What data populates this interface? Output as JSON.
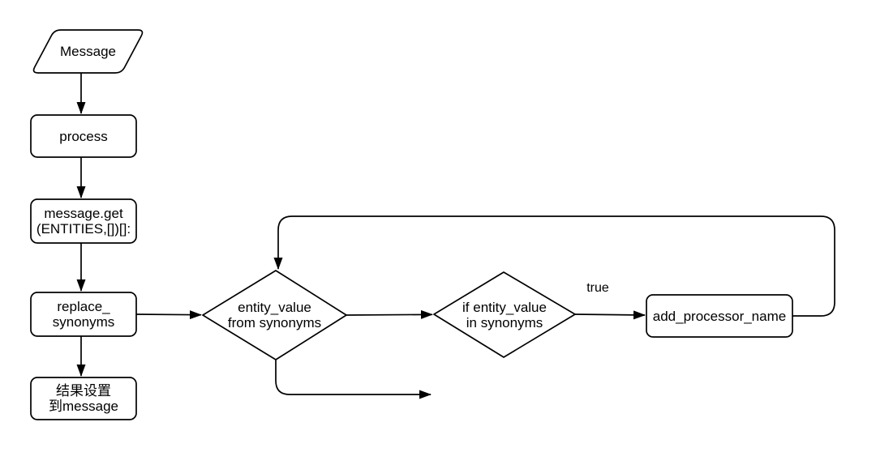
{
  "diagram": {
    "background_color": "#ffffff",
    "stroke_color": "#000000",
    "node_fill_color": "#ffffff",
    "text_color": "#000000",
    "nodes": {
      "message": {
        "shape": "parallelogram",
        "lines": [
          "Message"
        ]
      },
      "process": {
        "shape": "rounded-rect",
        "lines": [
          "process"
        ]
      },
      "message_get": {
        "shape": "rounded-rect",
        "lines": [
          "message.get",
          "(ENTITIES,[])[]:"
        ]
      },
      "replace_synonyms": {
        "shape": "rounded-rect",
        "lines": [
          "replace_",
          "synonyms"
        ]
      },
      "result_to_message": {
        "shape": "rounded-rect",
        "lines": [
          "结果设置",
          "到message"
        ]
      },
      "entity_value_from_synonyms": {
        "shape": "diamond",
        "lines": [
          "entity_value",
          "from synonyms"
        ]
      },
      "if_entity_value_in_synonyms": {
        "shape": "diamond",
        "lines": [
          "if entity_value",
          "in synonyms"
        ]
      },
      "add_processor_name": {
        "shape": "rounded-rect",
        "lines": [
          "add_processor_name"
        ]
      }
    },
    "edge_labels": {
      "true_label": "true"
    }
  }
}
